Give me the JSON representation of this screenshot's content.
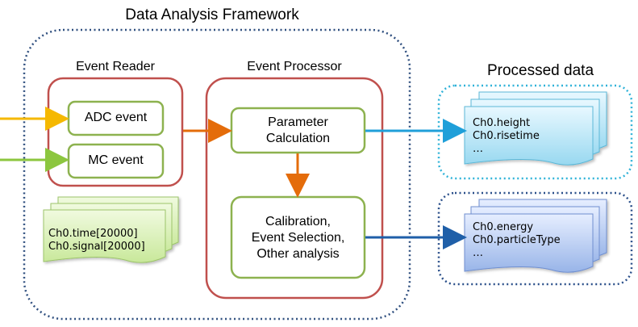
{
  "framework": {
    "title": "Data Analysis Framework",
    "event_reader": {
      "title": "Event Reader",
      "adc_event": "ADC event",
      "mc_event": "MC event"
    },
    "event_processor": {
      "title": "Event Processor",
      "parameter_calc": [
        "Parameter",
        "Calculation"
      ],
      "analysis": [
        "Calibration,",
        "Event Selection,",
        "Other analysis"
      ]
    },
    "raw_data": [
      "Ch0.time[20000]",
      "Ch0.signal[20000]"
    ]
  },
  "processed": {
    "title": "Processed data",
    "doc1": [
      "Ch0.height",
      "Ch0.risetime",
      "…"
    ],
    "doc2": [
      "Ch0.energy",
      "Ch0.particleType",
      "…"
    ]
  },
  "colors": {
    "outer_dotted": "#2f4f7f",
    "module_border": "#c0504d",
    "inner_box_border": "#8db24f",
    "arrow_yellow": "#f5b800",
    "arrow_green": "#8cc63f",
    "arrow_orange": "#e46c0a",
    "arrow_cyan": "#1f9fd9",
    "arrow_blue": "#1f5fa8",
    "processed_box1": "#2fb2d8",
    "processed_box2": "#2a4f8a",
    "doc_green_fill": "#d8f0b0",
    "doc_cyan_fill": "#b8e8f8",
    "doc_blue_fill": "#b8cdf2"
  }
}
